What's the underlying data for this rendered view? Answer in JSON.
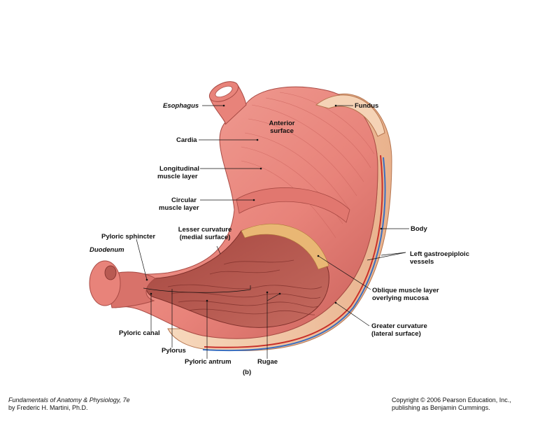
{
  "labels": {
    "esophagus": "Esophagus",
    "cardia": "Cardia",
    "longitudinal_1": "Longitudinal",
    "longitudinal_2": "muscle layer",
    "circular_1": "Circular",
    "circular_2": "muscle layer",
    "pyloric_sphincter": "Pyloric sphincter",
    "lesser_curvature_1": "Lesser curvature",
    "lesser_curvature_2": "(medial surface)",
    "duodenum": "Duodenum",
    "anterior_1": "Anterior",
    "anterior_2": "surface",
    "fundus": "Fundus",
    "body": "Body",
    "left_gastro_1": "Left gastroepiploic",
    "left_gastro_2": "vessels",
    "oblique_1": "Oblique muscle layer",
    "oblique_2": "overlying mucosa",
    "greater_curvature_1": "Greater curvature",
    "greater_curvature_2": "(lateral surface)",
    "pyloric_canal": "Pyloric canal",
    "pylorus": "Pylorus",
    "pyloric_antrum": "Pyloric antrum",
    "rugae": "Rugae",
    "panel": "(b)"
  },
  "footer": {
    "book_title": "Fundamentals of Anatomy & Physiology, 7e",
    "author": "by Frederic H. Martini, Ph.D.",
    "copyright": "Copyright © 2006 Pearson Education, Inc.,",
    "publisher": "publishing as Benjamin Cummings."
  },
  "colors": {
    "muscle": "#e8837a",
    "muscle_dark": "#c9605a",
    "mucosa": "#b85a52",
    "serosa": "#f2c9a8",
    "vessel_red": "#c8302a",
    "vessel_blue": "#3a6fc0"
  }
}
